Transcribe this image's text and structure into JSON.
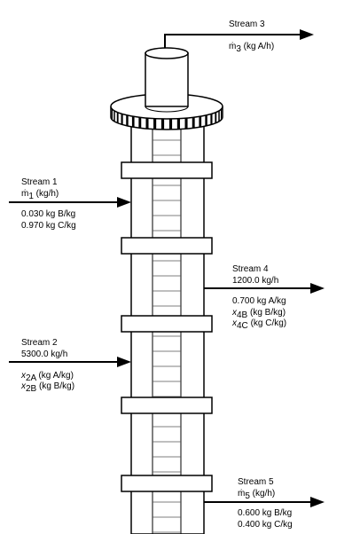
{
  "streams": {
    "s1": {
      "name": "Stream 1",
      "rate_sym": "ṁ",
      "rate_sub": "1",
      "rate_unit": " (kg/h)",
      "comp1": "0.030 kg B/kg",
      "comp2": "0.970 kg C/kg"
    },
    "s2": {
      "name": "Stream 2",
      "rate": "5300.0 kg/h",
      "c1_sym": "x",
      "c1_sub": "2A",
      "c1_unit": " (kg A/kg)",
      "c2_sym": "x",
      "c2_sub": "2B",
      "c2_unit": " (kg B/kg)"
    },
    "s3": {
      "name": "Stream 3",
      "rate_sym": "ṁ",
      "rate_sub": "3",
      "rate_unit": " (kg A/h)"
    },
    "s4": {
      "name": "Stream 4",
      "rate": "1200.0 kg/h",
      "comp1": "0.700 kg A/kg",
      "c2_sym": "x",
      "c2_sub": "4B",
      "c2_unit": " (kg B/kg)",
      "c3_sym": "x",
      "c3_sub": "4C",
      "c3_unit": " (kg C/kg)"
    },
    "s5": {
      "name": "Stream 5",
      "rate_sym": "ṁ",
      "rate_sub": "5",
      "rate_unit": " (kg/h)",
      "comp1": "0.600 kg B/kg",
      "comp2": "0.400 kg C/kg"
    }
  }
}
